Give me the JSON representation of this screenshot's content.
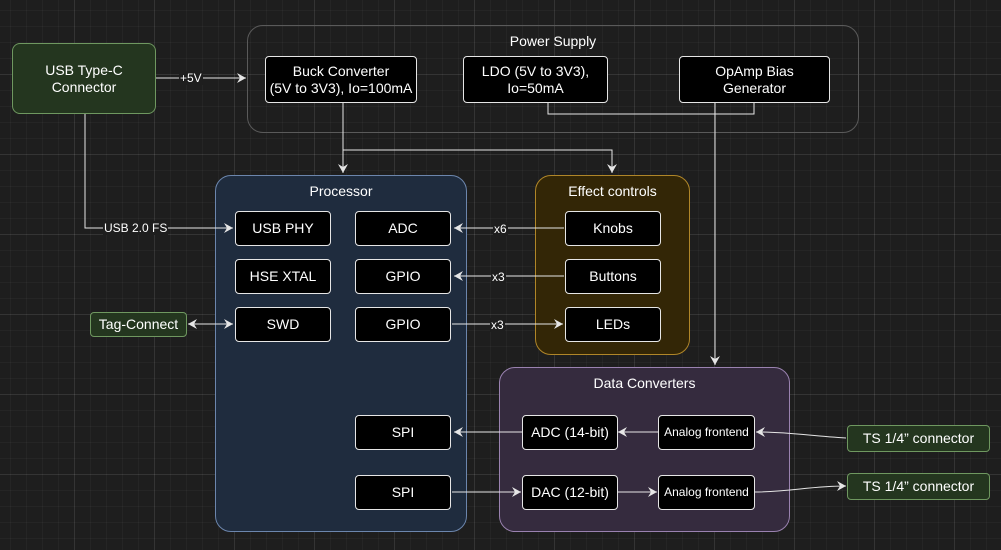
{
  "colors": {
    "processor_fill": "#1f2c3e",
    "processor_border": "#6c86ad",
    "effect_fill": "#332606",
    "effect_border": "#b08628",
    "converter_fill": "#352b3e",
    "converter_border": "#9a82b0",
    "connector_fill": "#24361f",
    "connector_border": "#6f9860",
    "wire": "#e6e6e6"
  },
  "groups": {
    "power_supply": "Power Supply",
    "processor": "Processor",
    "effect_controls": "Effect controls",
    "data_converters": "Data Converters"
  },
  "nodes": {
    "usb_connector": "USB Type-C\nConnector",
    "buck": "Buck Converter\n(5V to 3V3), Io=100mA",
    "ldo": "LDO (5V to 3V3),\nIo=50mA",
    "opamp_bias": "OpAmp Bias\nGenerator",
    "usb_phy": "USB PHY",
    "adc": "ADC",
    "hse_xtal": "HSE XTAL",
    "gpio_buttons": "GPIO",
    "swd": "SWD",
    "gpio_leds": "GPIO",
    "spi_in": "SPI",
    "spi_out": "SPI",
    "knobs": "Knobs",
    "buttons": "Buttons",
    "leds": "LEDs",
    "adc14": "ADC (14-bit)",
    "dac12": "DAC (12-bit)",
    "afe_in": "Analog frontend",
    "afe_out": "Analog frontend",
    "tag_connect": "Tag-Connect",
    "ts_in": "TS 1/4” connector",
    "ts_out": "TS 1/4” connector"
  },
  "edge_labels": {
    "plus5v": "+5V",
    "usb2fs": "USB 2.0 FS",
    "x6": "x6",
    "x3_buttons": "x3",
    "x3_leds": "x3"
  }
}
